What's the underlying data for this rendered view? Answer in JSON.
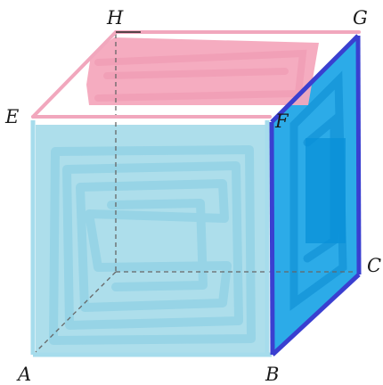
{
  "figure": {
    "vertices": {
      "A": "A",
      "B": "B",
      "C": "C",
      "E": "E",
      "F": "F",
      "G": "G",
      "H": "H"
    },
    "colors": {
      "front_face": "#a9dcea",
      "front_edges": "#a6dcec",
      "top_face": "#f4a8bd",
      "top_edges": "#f1a7bd",
      "right_face": "#169fe3",
      "right_edges": "#3a3fd0",
      "hidden_edges": "#666666"
    },
    "hidden_edges_style": "dashed"
  }
}
